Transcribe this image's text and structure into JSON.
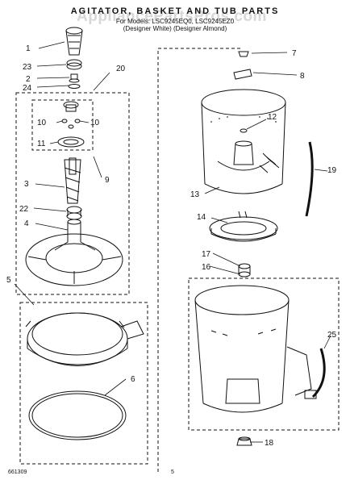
{
  "header": {
    "watermark": "AppliancePartsPros.com",
    "title": "AGITATOR, BASKET AND TUB PARTS",
    "subtitle_line1": "For Models: LSC9245EQ0, LSC9245EZ0",
    "subtitle_line2": "(Designer White) (Designer Almond)"
  },
  "callouts": [
    "1",
    "2",
    "3",
    "4",
    "5",
    "6",
    "7",
    "8",
    "9",
    "10",
    "10",
    "11",
    "12",
    "13",
    "14",
    "16",
    "17",
    "18",
    "19",
    "20",
    "22",
    "23",
    "24",
    "25"
  ],
  "footer": {
    "code": "661309",
    "page": "5"
  }
}
